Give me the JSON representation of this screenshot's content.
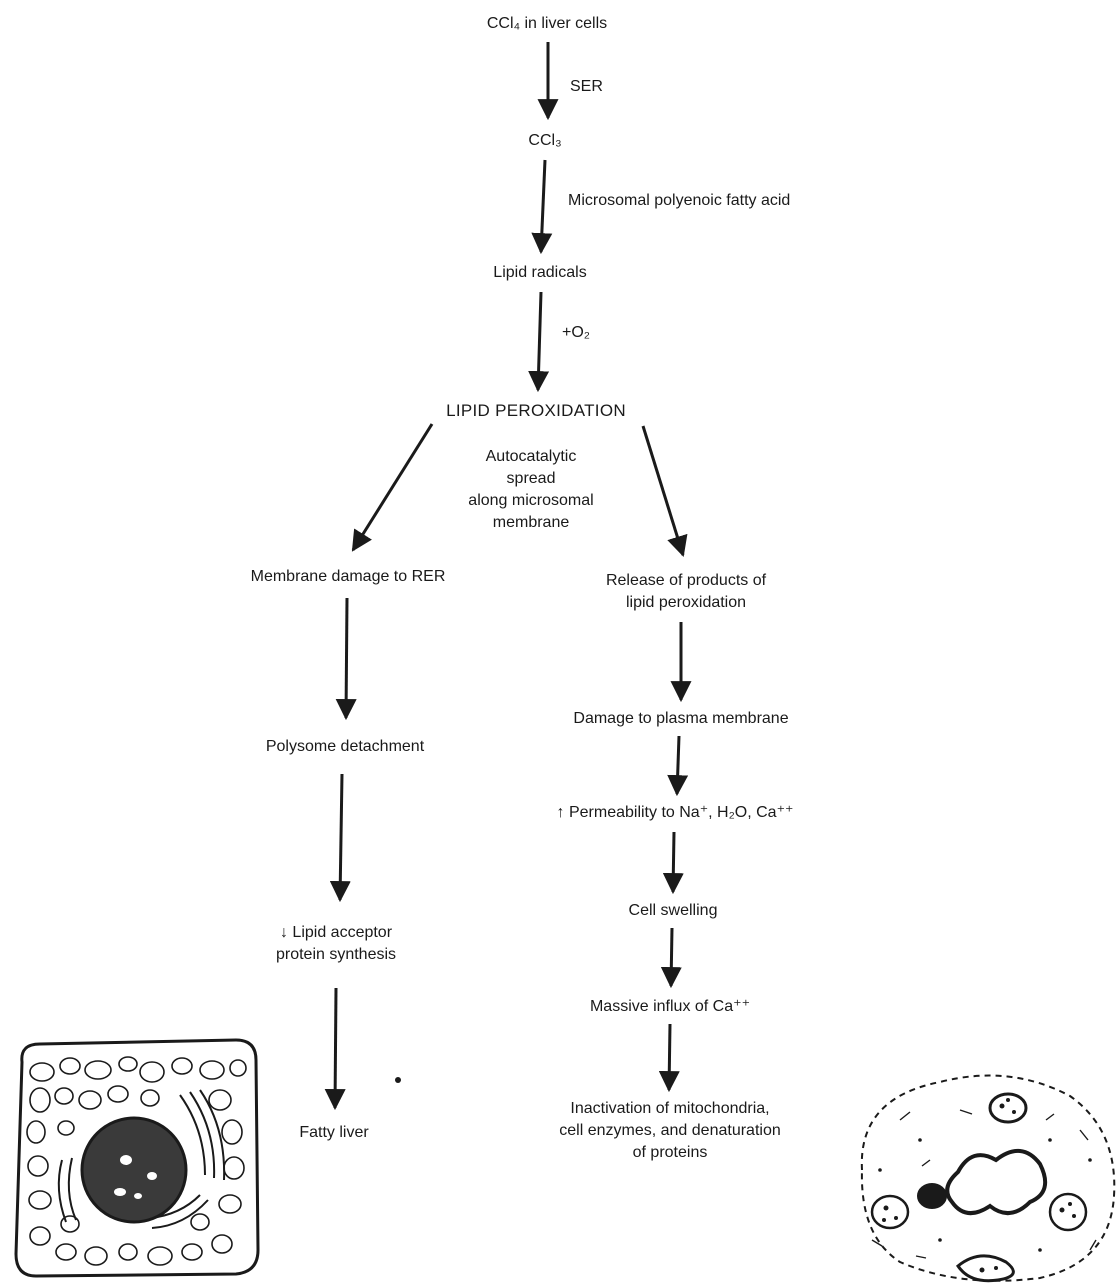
{
  "diagram": {
    "nodes": {
      "ccl4": "CCl₄ in liver cells",
      "ccl3": "CCl₃",
      "lipid_radicals": "Lipid radicals",
      "lipid_peroxidation": "LIPID PEROXIDATION",
      "membrane_damage_rer": "Membrane damage to RER",
      "polysome": "Polysome detachment",
      "lipid_acceptor": "↓ Lipid acceptor\nprotein synthesis",
      "fatty_liver": "Fatty liver",
      "release_products": "Release of products of\nlipid peroxidation",
      "damage_plasma": "Damage to plasma membrane",
      "permeability": "↑ Permeability to Na⁺, H₂O, Ca⁺⁺",
      "cell_swelling": "Cell swelling",
      "influx_ca": "Massive influx of Ca⁺⁺",
      "inactivation": "Inactivation of mitochondria,\ncell enzymes, and denaturation\nof proteins"
    },
    "edge_labels": {
      "ser": "SER",
      "fatty_acid": "Microsomal polyenoic fatty acid",
      "o2": "+O₂",
      "autocatalytic": "Autocatalytic\nspread\nalong microsomal\nmembrane"
    },
    "illustrations": {
      "left_cell": "fatty-liver-cell",
      "right_cell": "swollen-necrotic-cell"
    },
    "colors": {
      "ink": "#1a1a1a",
      "background": "#ffffff"
    }
  }
}
